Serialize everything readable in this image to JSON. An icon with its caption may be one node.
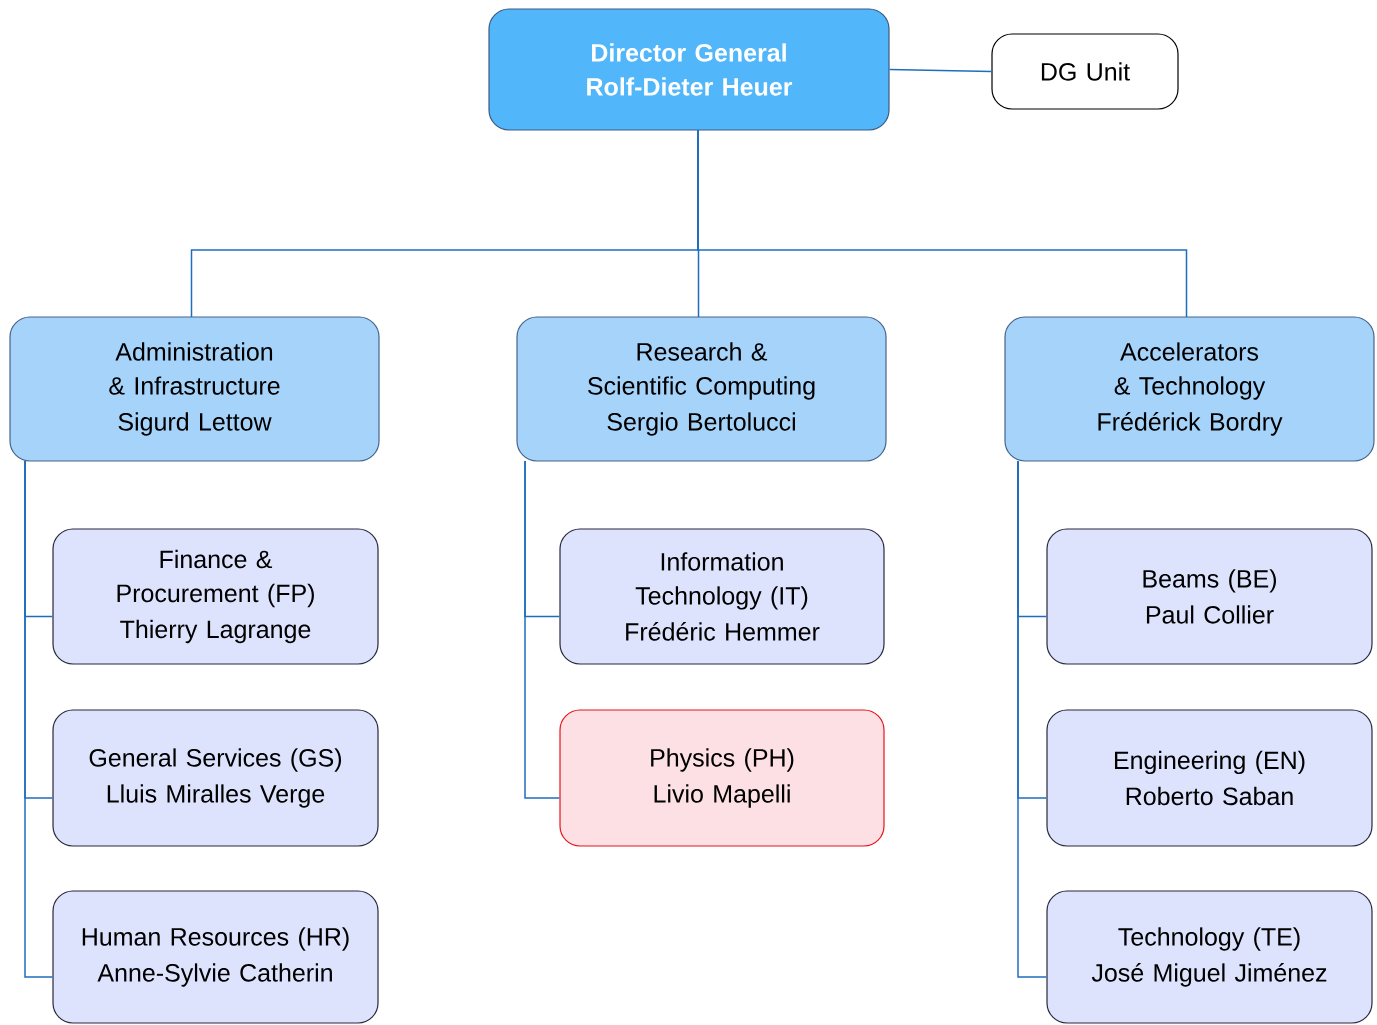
{
  "diagram": {
    "nodes": [
      {
        "text": [
          "Director General",
          "Rolf-Dieter Heuer"
        ]
      },
      {
        "text": [
          "DG Unit"
        ]
      },
      {
        "text": [
          "Administration & Infrastructure",
          "Sigurd Lettow"
        ]
      },
      {
        "text": [
          "Research & Scientific Computing",
          "Sergio Bertolucci"
        ]
      },
      {
        "text": [
          "Accelerators & Technology",
          "Frédérick Bordry"
        ]
      },
      {
        "text": [
          "Finance & Procurement (FP)",
          "Thierry Lagrange"
        ]
      },
      {
        "text": [
          "General Services (GS)",
          "Lluis Miralles Verge"
        ]
      },
      {
        "text": [
          "Human Resources (HR)",
          "Anne-Sylvie Catherin"
        ]
      },
      {
        "text": [
          "Information Technology (IT)",
          "Frédéric Hemmer"
        ]
      },
      {
        "text": [
          "Physics (PH)",
          "Livio Mapelli"
        ]
      },
      {
        "text": [
          "Beams (BE)",
          "Paul Collier"
        ]
      },
      {
        "text": [
          "Engineering (EN)",
          "Roberto Saban"
        ]
      },
      {
        "text": [
          "Technology (TE)",
          "José Miguel Jiménez"
        ]
      }
    ],
    "edges": [
      {
        "from": 0,
        "to": 1,
        "arrow": "none"
      },
      {
        "from": 0,
        "to": 2,
        "arrow": "none"
      },
      {
        "from": 0,
        "to": 3,
        "arrow": "none"
      },
      {
        "from": 0,
        "to": 4,
        "arrow": "none"
      },
      {
        "from": 2,
        "to": 5,
        "arrow": "none"
      },
      {
        "from": 2,
        "to": 6,
        "arrow": "none"
      },
      {
        "from": 2,
        "to": 7,
        "arrow": "none"
      },
      {
        "from": 3,
        "to": 8,
        "arrow": "none"
      },
      {
        "from": 3,
        "to": 9,
        "arrow": "none"
      },
      {
        "from": 4,
        "to": 10,
        "arrow": "none"
      },
      {
        "from": 4,
        "to": 11,
        "arrow": "none"
      },
      {
        "from": 4,
        "to": 12,
        "arrow": "none"
      }
    ]
  }
}
